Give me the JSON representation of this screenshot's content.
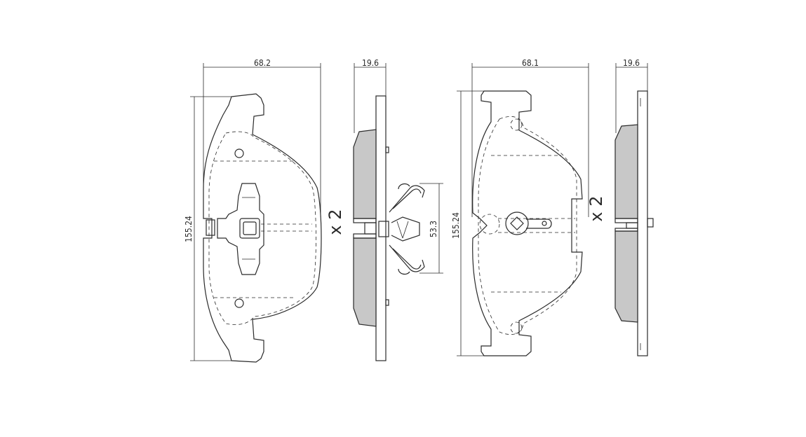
{
  "pad_left": {
    "width_label": "68.2",
    "height_label": "155.24",
    "side_thickness_label": "19.6",
    "spring_dim_label": "53.3",
    "quantity_label": "x 2"
  },
  "pad_right": {
    "width_label": "68.1",
    "height_label": "155.24",
    "side_thickness_label": "19.6",
    "quantity_label": "x 2"
  }
}
